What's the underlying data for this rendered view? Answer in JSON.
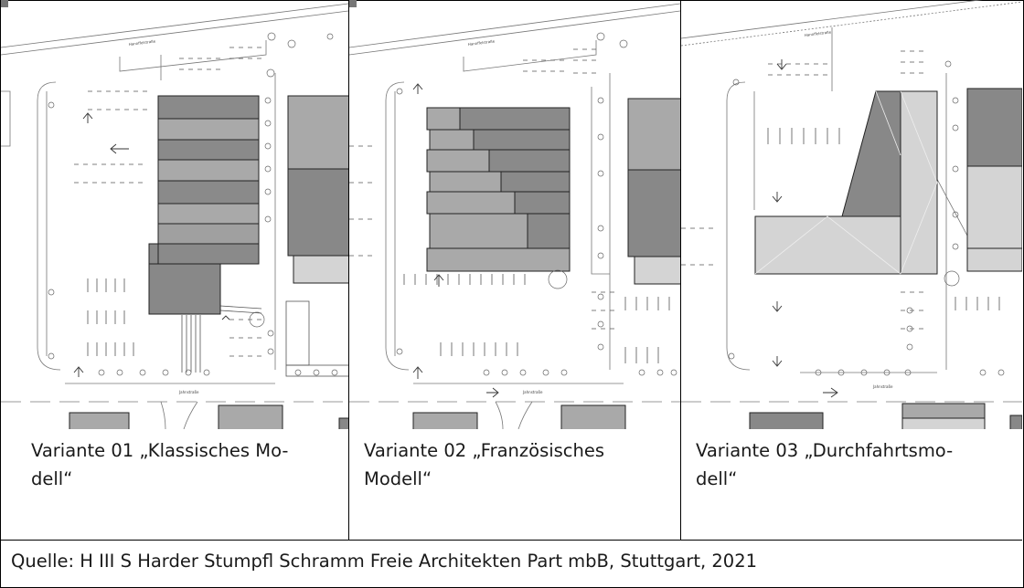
{
  "variants": [
    {
      "caption_line1": "Variante 01 „Klassisches Mo-",
      "caption_line2": "dell“",
      "plan_labels": {
        "street_top": "Hanoffelstraße",
        "street_bottom": "Jahnstraße"
      }
    },
    {
      "caption_line1": "Variante 02 „Französisches",
      "caption_line2": "Modell“",
      "plan_labels": {
        "street_top": "Hanoffelstraße",
        "street_bottom": "Jahnstraße"
      }
    },
    {
      "caption_line1": "Variante 03 „Durchfahrtsmo-",
      "caption_line2": "dell“",
      "plan_labels": {
        "street_top": "Hanoffelstraße",
        "street_bottom": "Jahnstraße"
      }
    }
  ],
  "source": "Quelle: H III S Harder Stumpfl Schramm Freie Architekten Part mbB, Stuttgart, 2021",
  "colors": {
    "building_dark": "#808080",
    "building_mid": "#a8a8a8",
    "building_light": "#d4d4d4",
    "line": "#555555"
  }
}
